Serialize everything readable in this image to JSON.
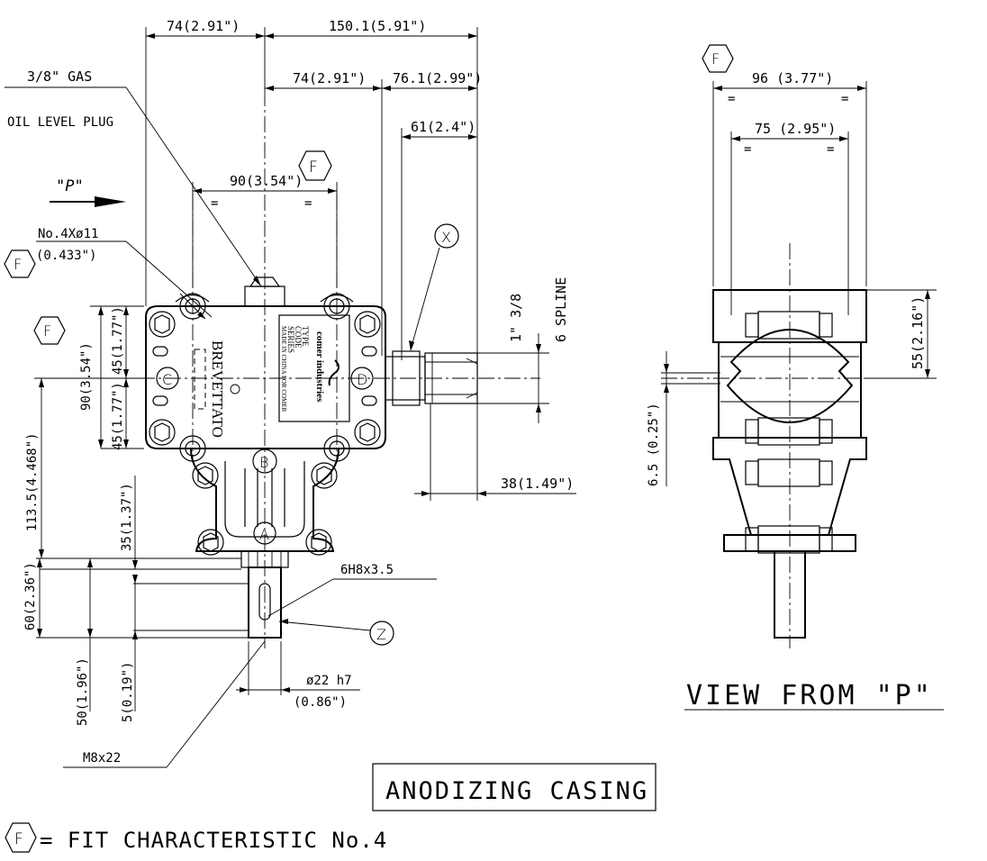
{
  "dimensions": {
    "top_74": "74(2.91\")",
    "top_150": "150.1(5.91\")",
    "second_74": "74(2.91\")",
    "d_76": "76.1(2.99\")",
    "d_61": "61(2.4\")",
    "d_90h": "90(3.54\")",
    "d_90v": "90(3.54\")",
    "d_45a": "45(1.77\")",
    "d_45b": "45(1.77\")",
    "d_113": "113.5(4.468\")",
    "d_35": "35(1.37\")",
    "d_60": "60(2.36\")",
    "d_50": "50(1.96\")",
    "d_5": "5(0.19\")",
    "d_38": "38(1.49\")",
    "d_22": "ø22 h7",
    "d_22in": "(0.86\")",
    "d_96": "96 (3.77\")",
    "d_75": "75 (2.95\")",
    "d_55": "55(2.16\")",
    "d_65": "6.5 (0.25\")",
    "equal": "="
  },
  "notes": {
    "gas_1": "3/8\" GAS",
    "gas_2": "OIL LEVEL PLUG",
    "p_arrow": "\"P\"",
    "holes": "No.4Xø11",
    "holes_in": "(0.433\")",
    "spline_1": "1\" 3/8",
    "spline_2": "6 SPLINE",
    "key": "6H8x3.5",
    "thread": "M8x22",
    "view_title": "VIEW FROM \"P\"",
    "casing": "ANODIZING CASING",
    "fit_note": "= FIT CHARACTERISTIC No.4",
    "fit_symbol": "F"
  },
  "shaft_labels": {
    "a": "A",
    "b": "B",
    "c": "C",
    "d": "D",
    "x": "X",
    "z": "Z"
  },
  "body_marking": {
    "brevettato": "BREVETTATO",
    "brand": "comer industries",
    "type": "TYPE",
    "code": "CODE",
    "series": "SERIES",
    "made": "MADE IN CHINA FOR COMER"
  }
}
